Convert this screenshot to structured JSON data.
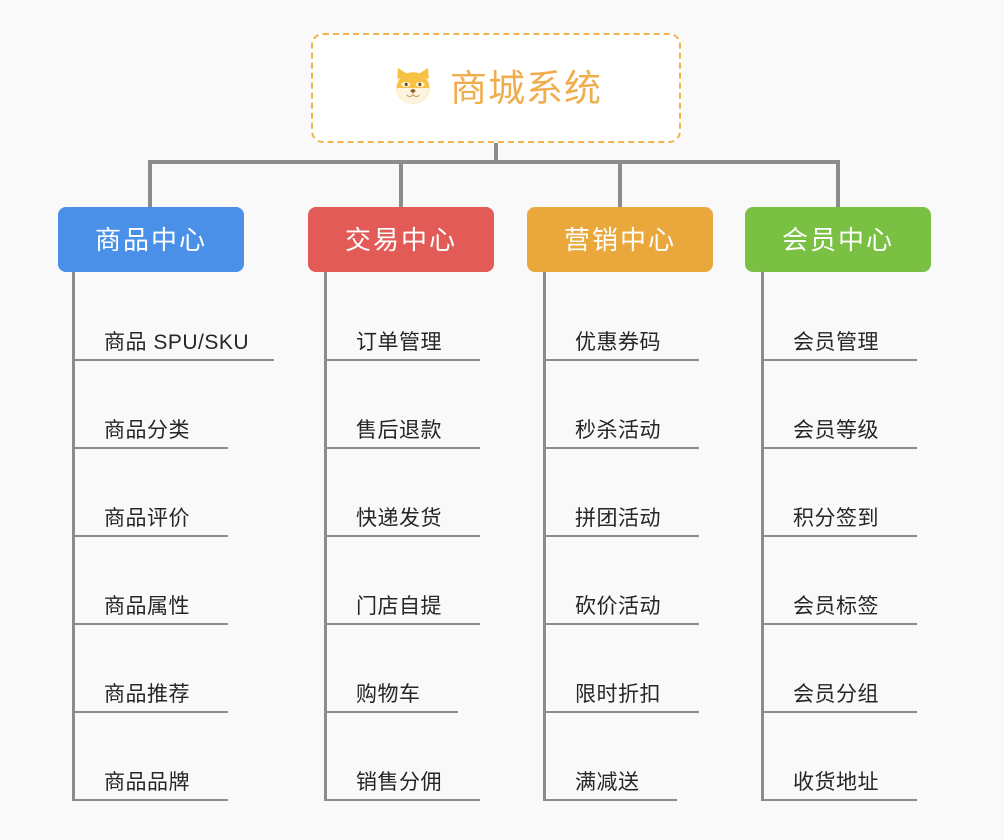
{
  "diagram": {
    "type": "mindmap",
    "background_color": "#f9f9f9",
    "connector_color": "#8c8c8c",
    "root": {
      "label": "商城系统",
      "icon": "shiba-dog-face-icon",
      "text_color": "#f0ad4e",
      "border_color": "#f0b44a",
      "background_color": "#ffffff"
    },
    "branches": [
      {
        "label": "商品中心",
        "color": "#4a90e8",
        "items": [
          "商品 SPU/SKU",
          "商品分类",
          "商品评价",
          "商品属性",
          "商品推荐",
          "商品品牌"
        ]
      },
      {
        "label": "交易中心",
        "color": "#e25b56",
        "items": [
          "订单管理",
          "售后退款",
          "快递发货",
          "门店自提",
          "购物车",
          "销售分佣"
        ]
      },
      {
        "label": "营销中心",
        "color": "#eaa73c",
        "items": [
          "优惠券码",
          "秒杀活动",
          "拼团活动",
          "砍价活动",
          "限时折扣",
          "满减送"
        ]
      },
      {
        "label": "会员中心",
        "color": "#7ac143",
        "items": [
          "会员管理",
          "会员等级",
          "积分签到",
          "会员标签",
          "会员分组",
          "收货地址"
        ]
      }
    ]
  }
}
